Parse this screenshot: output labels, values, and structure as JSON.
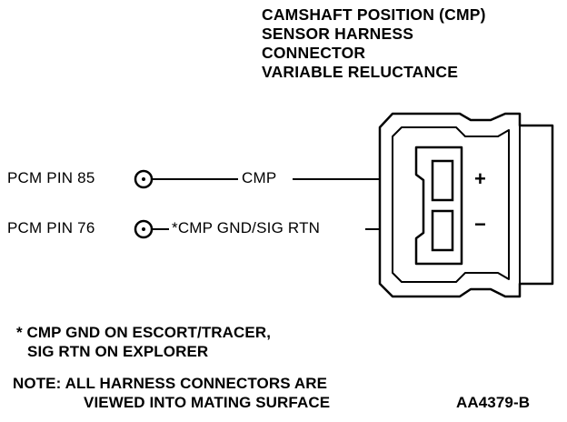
{
  "title": {
    "line1": "CAMSHAFT POSITION (CMP)",
    "line2": "SENSOR HARNESS",
    "line3": "CONNECTOR",
    "line4": "VARIABLE RELUCTANCE"
  },
  "pins": [
    {
      "label": "PCM PIN 85",
      "wire": "CMP",
      "terminal": "+"
    },
    {
      "label": "PCM PIN 76",
      "wire": "*CMP GND/SIG RTN",
      "terminal": "−"
    }
  ],
  "footnote": {
    "line1": "* CMP GND ON ESCORT/TRACER,",
    "line2": "SIG RTN ON EXPLORER"
  },
  "note": {
    "line1": "NOTE: ALL HARNESS CONNECTORS ARE",
    "line2": "VIEWED INTO MATING SURFACE"
  },
  "figure_id": "AA4379-B"
}
